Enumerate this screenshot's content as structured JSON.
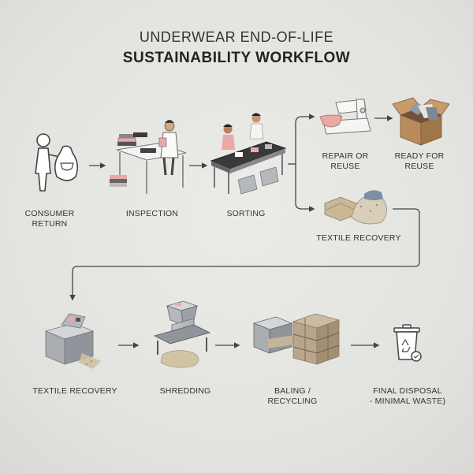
{
  "title": {
    "line1": "UNDERWEAR END-OF-LIFE",
    "line2": "SUSTAINABILITY WORKFLOW"
  },
  "steps": {
    "consumer_return": "CONSUMER\nRETURN",
    "inspection": "INSPECTION",
    "sorting": "SORTING",
    "repair_reuse": "REPAIR OR\nREUSE",
    "ready_for_reuse": "READY FOR\nREUSE",
    "textile_recovery_top": "TEXTILE RECOVERY",
    "textile_recovery_bottom": "TEXTILE RECOVERY",
    "shredding": "SHREDDING",
    "baling_recycling": "BALING /\nRECYCLING",
    "final_disposal": "FINAL DISPOSAL\n- MINIMAL WASTE)"
  },
  "icons": {
    "consumer_return": "person-with-bag-icon",
    "inspection": "inspector-at-table-icon",
    "sorting": "workers-conveyor-icon",
    "repair_reuse": "sewing-machine-icon",
    "ready_for_reuse": "open-box-icon",
    "textile_recovery_top": "fiber-piles-icon",
    "textile_recovery_bottom": "textile-machine-icon",
    "shredding": "shredder-machine-icon",
    "baling_recycling": "baler-bales-icon",
    "final_disposal": "recycle-bin-icon"
  },
  "colors": {
    "background": "#e4e4e1",
    "accent_pink": "#e9a9a6",
    "machine_gray": "#a9adb2",
    "bale_tan": "#b7a58c"
  }
}
